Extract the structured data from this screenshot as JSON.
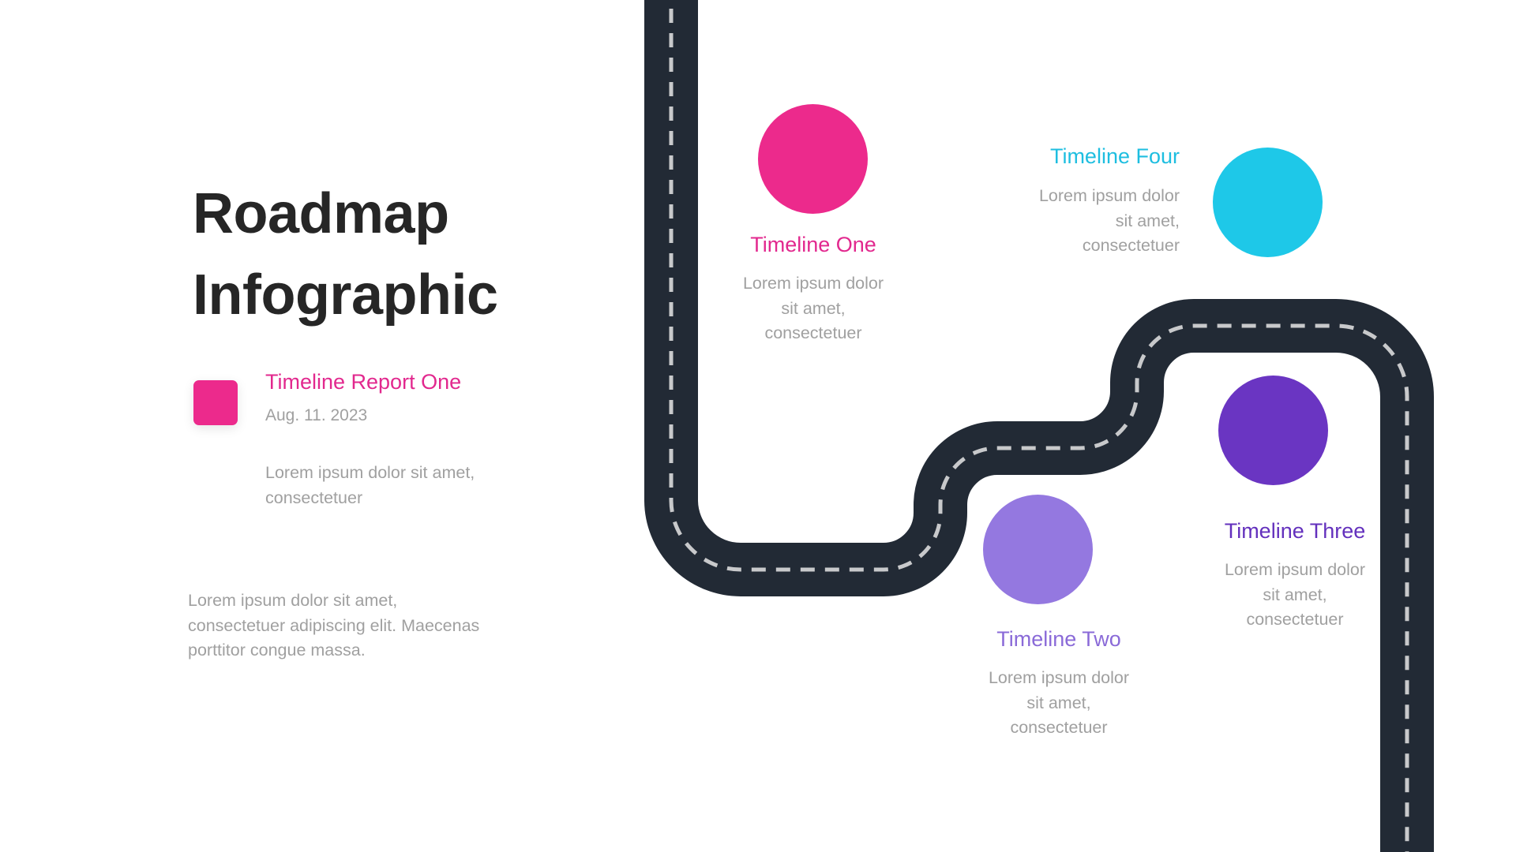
{
  "colors": {
    "road": "#222a35",
    "road_dash": "#c8c9cb",
    "heading": "#262626",
    "body_text": "#a0a0a0",
    "pink": "#ec2a8c",
    "cyan": "#1ec8e8",
    "purple": "#6a35c2",
    "lavender": "#9478e0"
  },
  "header": {
    "title_line1": "Roadmap",
    "title_line2": "Infographic"
  },
  "report": {
    "icon": "pink-square-marker",
    "title": "Timeline Report One",
    "date": "Aug. 11. 2023",
    "body_lines": [
      "Lorem ipsum dolor sit amet,",
      "consectetuer"
    ]
  },
  "intro": {
    "lines": [
      "Lorem ipsum dolor sit amet,",
      "consectetuer adipiscing elit. Maecenas",
      "porttitor congue massa."
    ]
  },
  "milestones": [
    {
      "title": "Timeline One",
      "color": "#ec2a8c",
      "lines": [
        "Lorem ipsum dolor",
        "sit amet,",
        "consectetuer"
      ]
    },
    {
      "title": "Timeline Two",
      "color": "#9478e0",
      "lines": [
        "Lorem ipsum dolor",
        "sit amet,",
        "consectetuer"
      ]
    },
    {
      "title": "Timeline Three",
      "color": "#6a35c2",
      "lines": [
        "Lorem ipsum dolor",
        "sit amet,",
        "consectetuer"
      ]
    },
    {
      "title": "Timeline Four",
      "color": "#1ec8e8",
      "lines": [
        "Lorem ipsum dolor",
        "sit amet,",
        "consectetuer"
      ]
    }
  ]
}
